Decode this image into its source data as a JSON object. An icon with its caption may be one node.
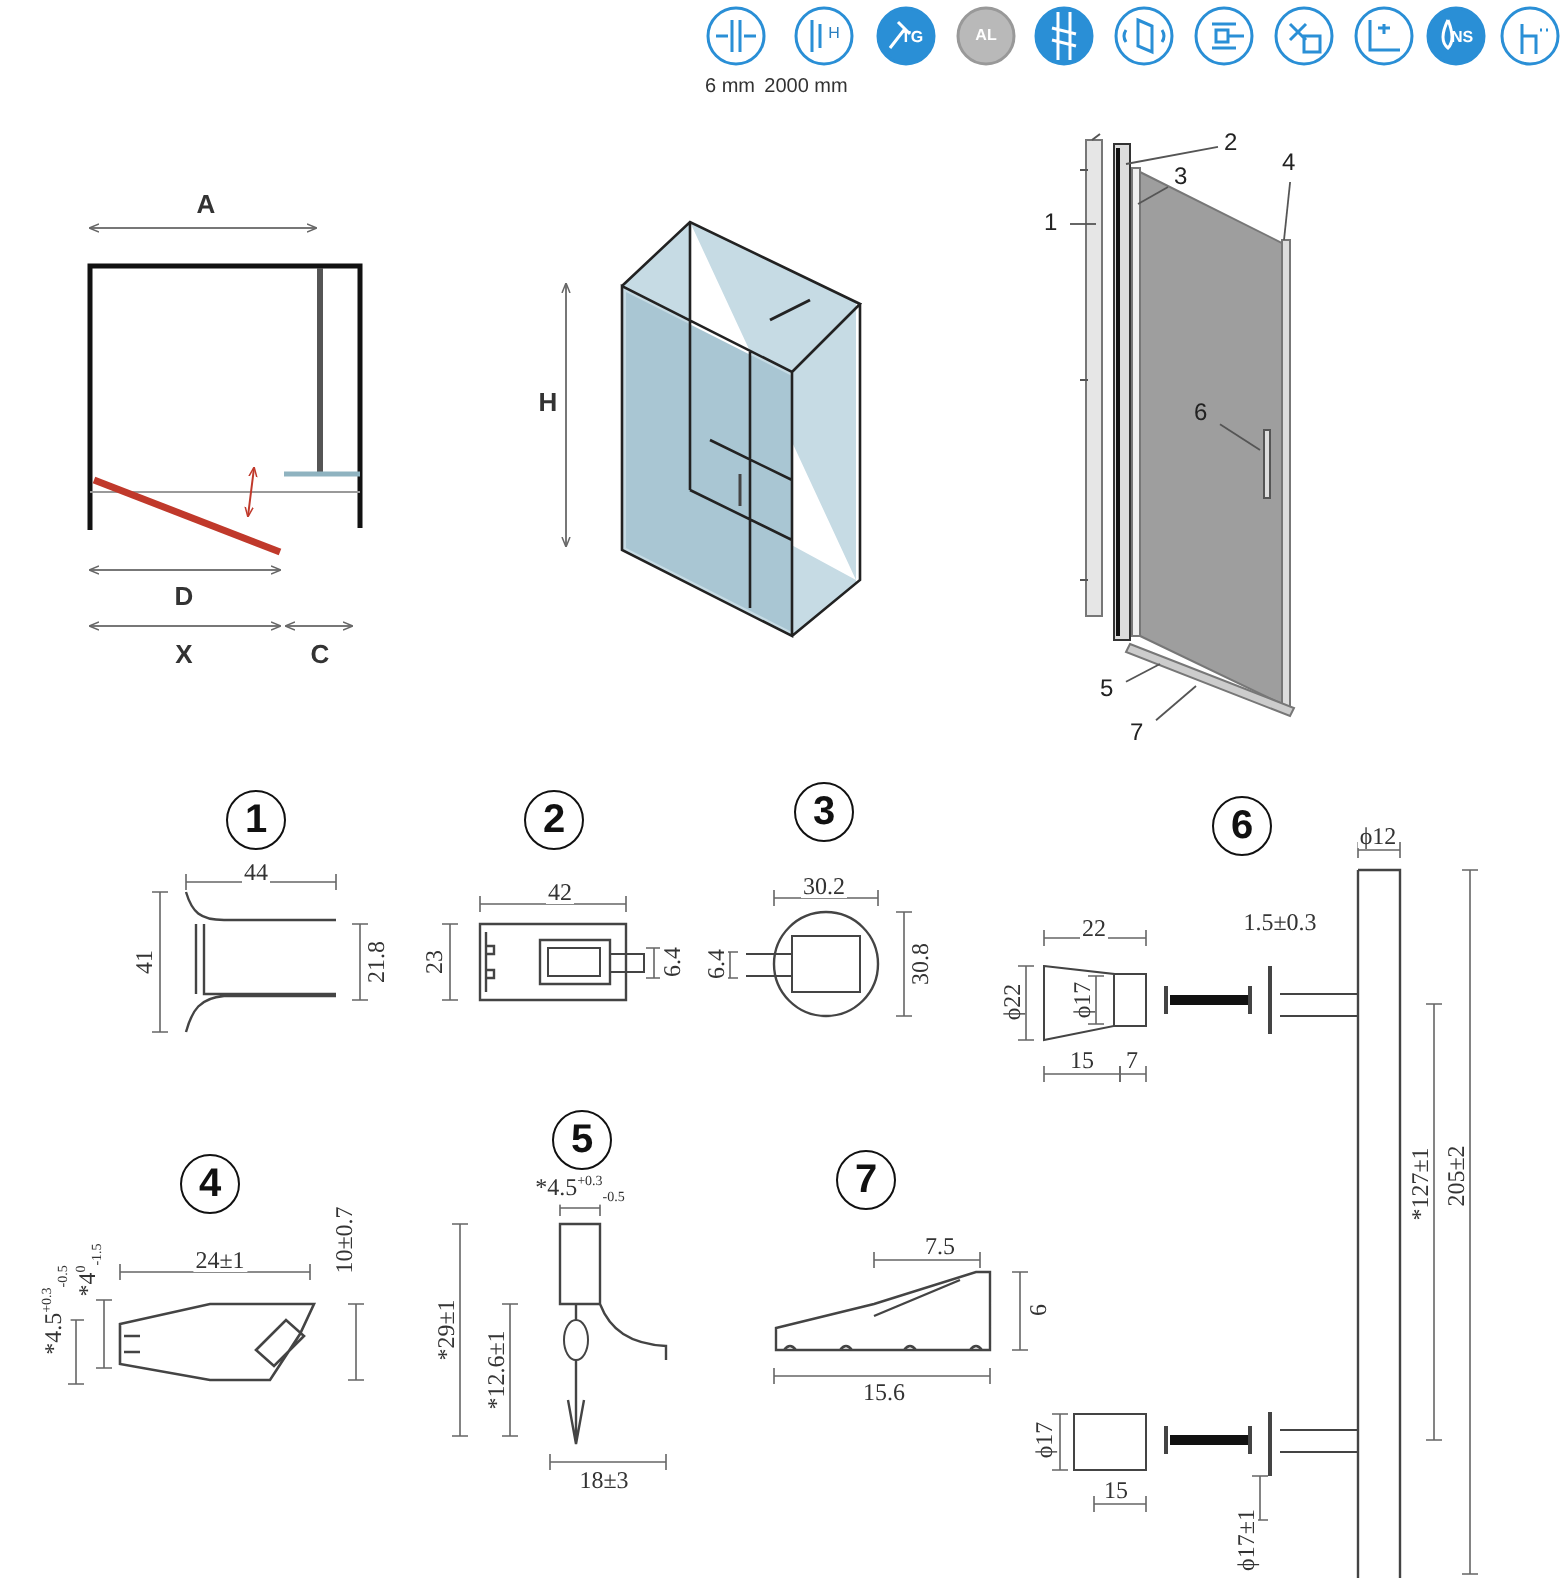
{
  "diagram": {
    "nodes": [
      {
        "text": [
          "2"
        ]
      },
      {
        "text": [
          "4"
        ]
      },
      {
        "text": [
          "3"
        ]
      },
      {
        "text": [
          "1"
        ]
      },
      {
        "text": [
          "6"
        ]
      },
      {
        "text": [
          "5"
        ]
      },
      {
        "text": [
          "7"
        ]
      }
    ],
    "edges": [
      {
        "from": 0,
        "to": null,
        "arrow": "none"
      },
      {
        "from": 1,
        "to": null,
        "arrow": "none"
      },
      {
        "from": 2,
        "to": null,
        "arrow": "none"
      },
      {
        "from": 3,
        "to": null,
        "arrow": "none"
      },
      {
        "from": 4,
        "to": null,
        "arrow": "none"
      },
      {
        "from": 5,
        "to": null,
        "arrow": "none"
      },
      {
        "from": 6,
        "to": null,
        "arrow": "none"
      }
    ],
    "labels": [
      "H",
      "TG",
      "AL",
      "NS",
      "6 mm",
      "2000 mm",
      "A",
      "H",
      "D",
      "X",
      "C",
      "1",
      "44",
      "41",
      "21.8",
      "2",
      "42",
      "23",
      "6.4",
      "3",
      "30.2",
      "6.4",
      "30.8",
      "6",
      "ϕ12",
      "22",
      "1.5±0.3",
      "ϕ22",
      "ϕ17",
      "15",
      "7",
      "4",
      "5",
      "*4.5$^{+0.3}$$_{-0.5}$",
      "7",
      "*4.5$^{+0.3}$$_{-0.5}$",
      "*4$^{0}$$_{-1.5}$",
      "24±1",
      "10±0.7",
      "7.5",
      "*29±1",
      "*12.6±1",
      "*127±1",
      "205±2",
      "6",
      "15.6",
      "18±3",
      "ϕ17",
      "15",
      "ϕ17±1"
    ]
  }
}
